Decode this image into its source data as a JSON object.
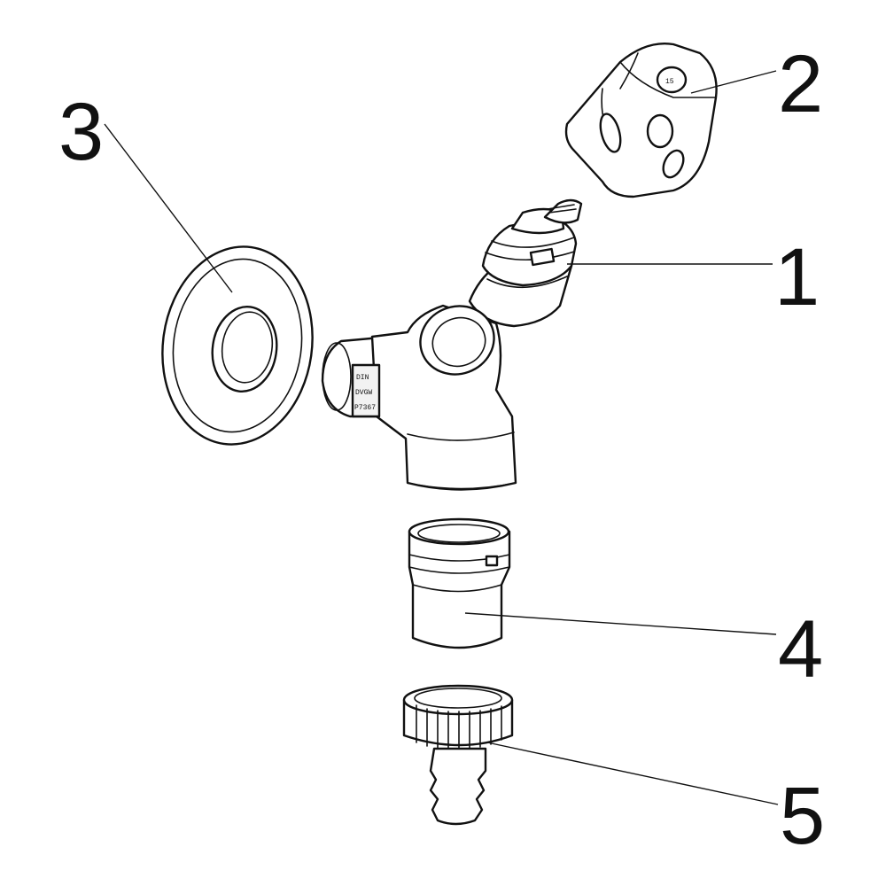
{
  "callouts": {
    "c1": "1",
    "c2": "2",
    "c3": "3",
    "c4": "4",
    "c5": "5"
  },
  "body_marking": {
    "line1": "DIN",
    "line2": "DVGW",
    "line3": "P7367"
  },
  "colors": {
    "line": "#111111",
    "background": "#ffffff"
  }
}
